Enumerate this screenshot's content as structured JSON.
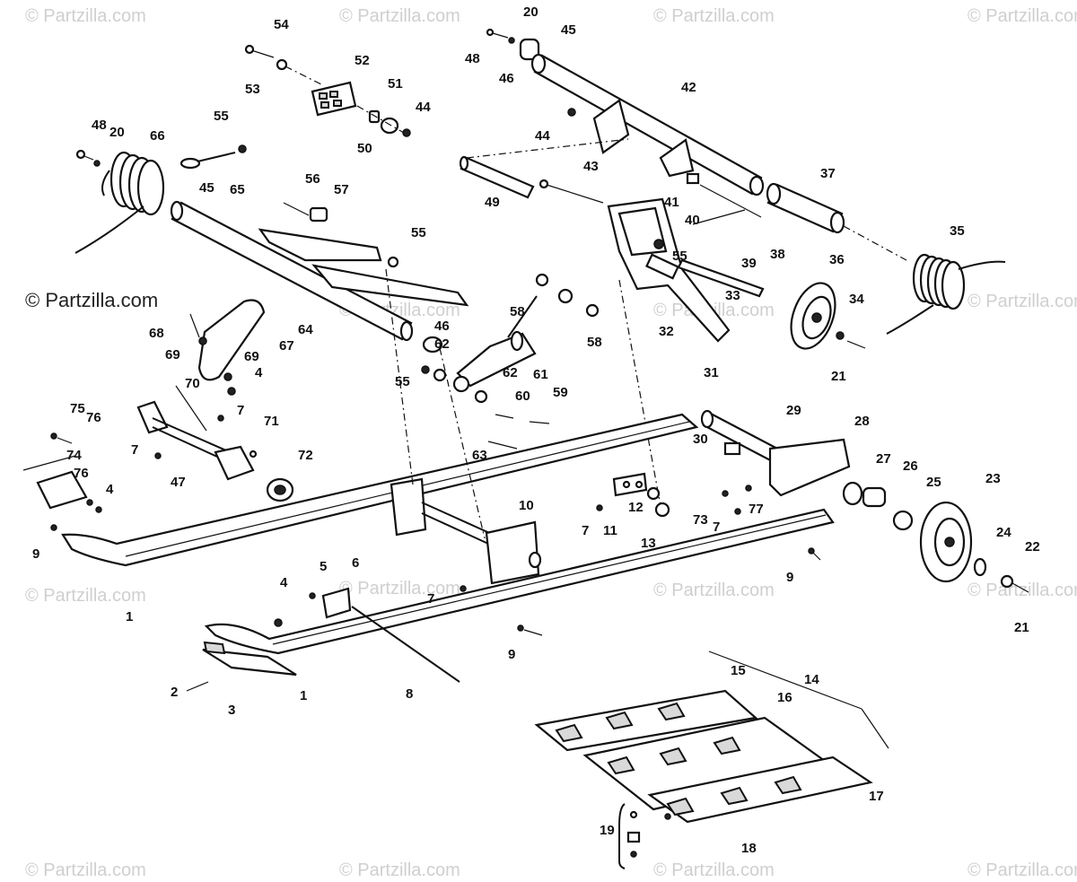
{
  "watermark": {
    "text": "© Partzilla.com",
    "prominent_text": "© Partzilla.com"
  },
  "callouts": [
    {
      "id": "c54",
      "label": "54"
    },
    {
      "id": "c53",
      "label": "53"
    },
    {
      "id": "c52",
      "label": "52"
    },
    {
      "id": "c51",
      "label": "51"
    },
    {
      "id": "c50",
      "label": "50"
    },
    {
      "id": "c44a",
      "label": "44"
    },
    {
      "id": "c20a",
      "label": "20"
    },
    {
      "id": "c48a",
      "label": "48"
    },
    {
      "id": "c46a",
      "label": "46"
    },
    {
      "id": "c45a",
      "label": "45"
    },
    {
      "id": "c42",
      "label": "42"
    },
    {
      "id": "c44b",
      "label": "44"
    },
    {
      "id": "c43",
      "label": "43"
    },
    {
      "id": "c41",
      "label": "41"
    },
    {
      "id": "c40",
      "label": "40"
    },
    {
      "id": "c37",
      "label": "37"
    },
    {
      "id": "c35",
      "label": "35"
    },
    {
      "id": "c49",
      "label": "49"
    },
    {
      "id": "c48b",
      "label": "48"
    },
    {
      "id": "c20b",
      "label": "20"
    },
    {
      "id": "c66",
      "label": "66"
    },
    {
      "id": "c55a",
      "label": "55"
    },
    {
      "id": "c65",
      "label": "65"
    },
    {
      "id": "c45b",
      "label": "45"
    },
    {
      "id": "c56",
      "label": "56"
    },
    {
      "id": "c57",
      "label": "57"
    },
    {
      "id": "c55b",
      "label": "55"
    },
    {
      "id": "c55c",
      "label": "55"
    },
    {
      "id": "c39",
      "label": "39"
    },
    {
      "id": "c38",
      "label": "38"
    },
    {
      "id": "c36",
      "label": "36"
    },
    {
      "id": "c33",
      "label": "33"
    },
    {
      "id": "c34",
      "label": "34"
    },
    {
      "id": "c32",
      "label": "32"
    },
    {
      "id": "c31",
      "label": "31"
    },
    {
      "id": "c21a",
      "label": "21"
    },
    {
      "id": "c68",
      "label": "68"
    },
    {
      "id": "c67",
      "label": "67"
    },
    {
      "id": "c64",
      "label": "64"
    },
    {
      "id": "c69a",
      "label": "69"
    },
    {
      "id": "c69b",
      "label": "69"
    },
    {
      "id": "c4a",
      "label": "4"
    },
    {
      "id": "c58a",
      "label": "58"
    },
    {
      "id": "c58b",
      "label": "58"
    },
    {
      "id": "c46b",
      "label": "46"
    },
    {
      "id": "c62a",
      "label": "62"
    },
    {
      "id": "c62b",
      "label": "62"
    },
    {
      "id": "c61",
      "label": "61"
    },
    {
      "id": "c55d",
      "label": "55"
    },
    {
      "id": "c70",
      "label": "70"
    },
    {
      "id": "c60",
      "label": "60"
    },
    {
      "id": "c59",
      "label": "59"
    },
    {
      "id": "c75",
      "label": "75"
    },
    {
      "id": "c76a",
      "label": "76"
    },
    {
      "id": "c7a",
      "label": "7"
    },
    {
      "id": "c71",
      "label": "71"
    },
    {
      "id": "c29",
      "label": "29"
    },
    {
      "id": "c30",
      "label": "30"
    },
    {
      "id": "c28",
      "label": "28"
    },
    {
      "id": "c74",
      "label": "74"
    },
    {
      "id": "c7b",
      "label": "7"
    },
    {
      "id": "c47",
      "label": "47"
    },
    {
      "id": "c72",
      "label": "72"
    },
    {
      "id": "c63",
      "label": "63"
    },
    {
      "id": "c27",
      "label": "27"
    },
    {
      "id": "c26",
      "label": "26"
    },
    {
      "id": "c25",
      "label": "25"
    },
    {
      "id": "c23",
      "label": "23"
    },
    {
      "id": "c76b",
      "label": "76"
    },
    {
      "id": "c4b",
      "label": "4"
    },
    {
      "id": "c10",
      "label": "10"
    },
    {
      "id": "c12",
      "label": "12"
    },
    {
      "id": "c73",
      "label": "73"
    },
    {
      "id": "c77",
      "label": "77"
    },
    {
      "id": "c7c",
      "label": "7"
    },
    {
      "id": "c7d",
      "label": "7"
    },
    {
      "id": "c11",
      "label": "11"
    },
    {
      "id": "c13",
      "label": "13"
    },
    {
      "id": "c9a",
      "label": "9"
    },
    {
      "id": "c24",
      "label": "24"
    },
    {
      "id": "c22",
      "label": "22"
    },
    {
      "id": "c9b",
      "label": "9"
    },
    {
      "id": "c21b",
      "label": "21"
    },
    {
      "id": "c1a",
      "label": "1"
    },
    {
      "id": "c5",
      "label": "5"
    },
    {
      "id": "c6",
      "label": "6"
    },
    {
      "id": "c4c",
      "label": "4"
    },
    {
      "id": "c7e",
      "label": "7"
    },
    {
      "id": "c9c",
      "label": "9"
    },
    {
      "id": "c2",
      "label": "2"
    },
    {
      "id": "c3",
      "label": "3"
    },
    {
      "id": "c1b",
      "label": "1"
    },
    {
      "id": "c8",
      "label": "8"
    },
    {
      "id": "c14",
      "label": "14"
    },
    {
      "id": "c15",
      "label": "15"
    },
    {
      "id": "c16",
      "label": "16"
    },
    {
      "id": "c17",
      "label": "17"
    },
    {
      "id": "c19",
      "label": "19"
    },
    {
      "id": "c18",
      "label": "18"
    }
  ]
}
